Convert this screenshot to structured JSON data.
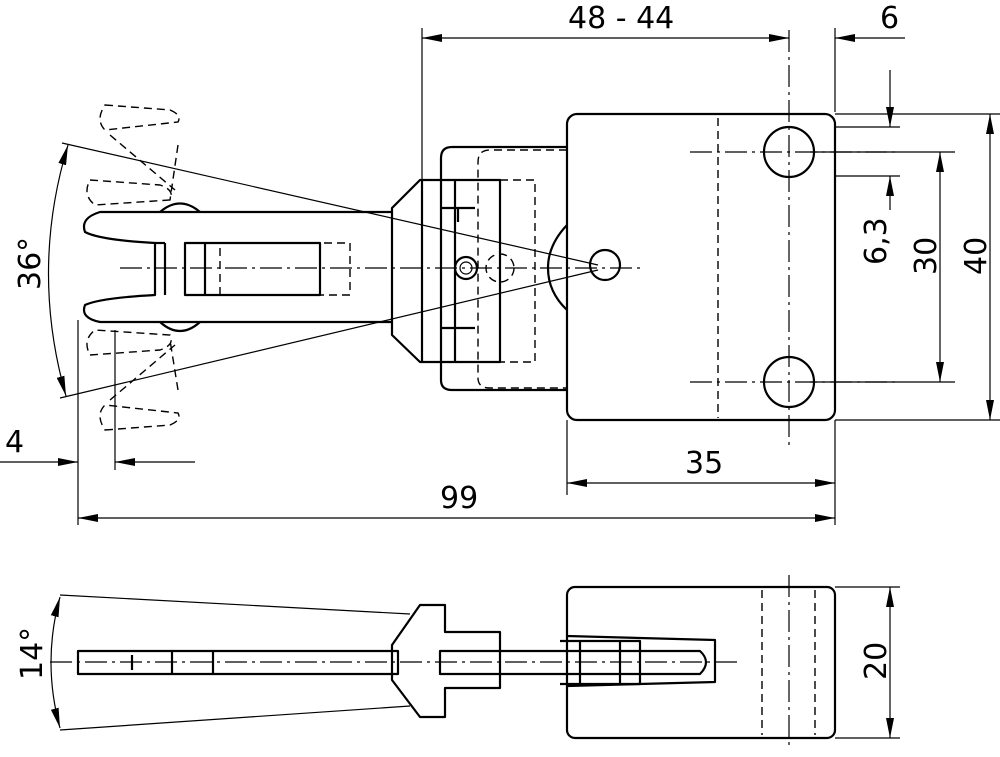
{
  "drawing": {
    "top_view": {
      "dim_stroke": "48 - 44",
      "dim_offset": "6",
      "dim_angle": "36°",
      "dim_hole_offset": "6,3",
      "dim_hole_spacing": "30",
      "dim_height": "40",
      "dim_jaw": "4",
      "dim_base_width": "35",
      "dim_total_length": "99"
    },
    "side_view": {
      "dim_angle": "14°",
      "dim_height": "20"
    },
    "line_color": "#000000",
    "background": "#ffffff"
  }
}
